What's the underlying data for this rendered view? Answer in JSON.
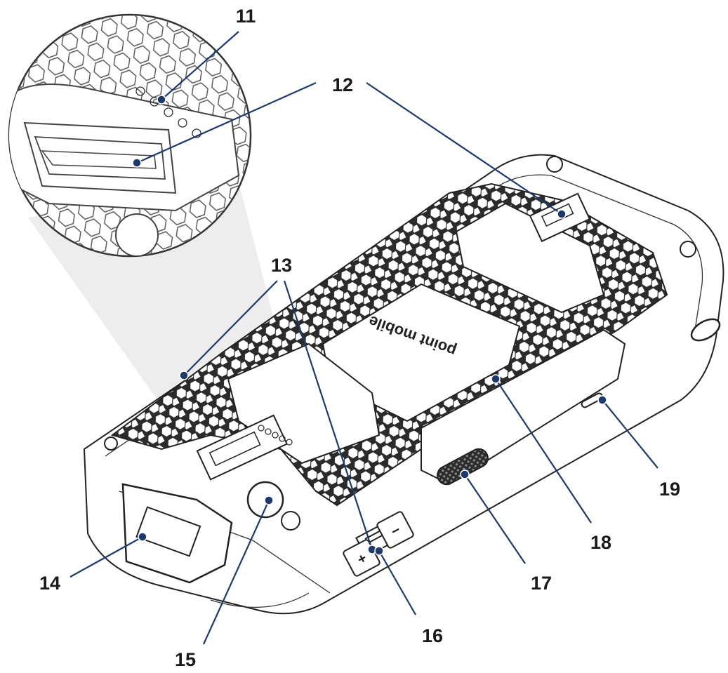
{
  "callouts": [
    {
      "id": "11",
      "label": "11"
    },
    {
      "id": "12",
      "label": "12"
    },
    {
      "id": "13",
      "label": "13"
    },
    {
      "id": "14",
      "label": "14"
    },
    {
      "id": "15",
      "label": "15"
    },
    {
      "id": "16",
      "label": "16"
    },
    {
      "id": "17",
      "label": "17"
    },
    {
      "id": "18",
      "label": "18"
    },
    {
      "id": "19",
      "label": "19"
    }
  ],
  "device": {
    "brand_text": "point mobile",
    "volume_plus": "+",
    "volume_minus": "−"
  },
  "colors": {
    "leader": "#1c3a6e",
    "outline": "#222222",
    "honeycomb": "#2b2b2b"
  }
}
